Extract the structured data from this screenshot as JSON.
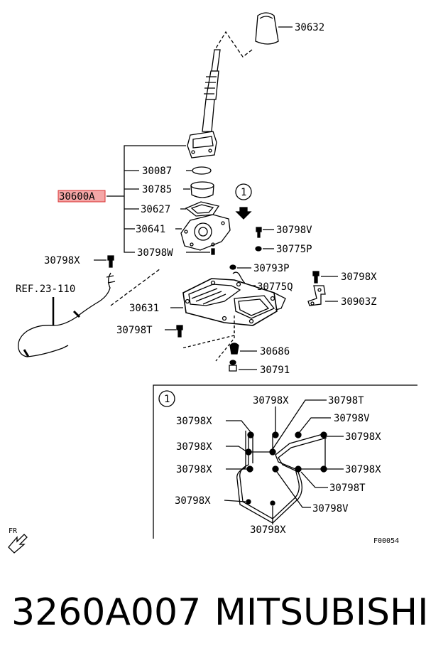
{
  "labels": {
    "p30632": "30632",
    "p30087": "30087",
    "p30785": "30785",
    "p30600A": "30600A",
    "p30627": "30627",
    "p30641": "30641",
    "p30798W": "30798W",
    "p30798V_a": "30798V",
    "p30775P": "30775P",
    "p30798X_a": "30798X",
    "ref": "REF.23-110",
    "p30793P": "30793P",
    "p30798X_b": "30798X",
    "p30775Q": "30775Q",
    "p30903Z": "30903Z",
    "p30631": "30631",
    "p30798T_a": "30798T",
    "p30686": "30686",
    "p30791": "30791",
    "callout1_top": "1",
    "callout1_inset": "1",
    "inset_30798X_1": "30798X",
    "inset_30798T_1": "30798T",
    "inset_30798V_1": "30798V",
    "inset_30798X_2": "30798X",
    "inset_30798X_3": "30798X",
    "inset_30798X_4": "30798X",
    "inset_30798X_5": "30798X",
    "inset_30798T_2": "30798T",
    "inset_30798X_6": "30798X",
    "inset_30798V_2": "30798V",
    "inset_30798X_7": "30798X",
    "fr": "FR",
    "figcode": "F00054"
  },
  "footer": {
    "part_number": "3260A007",
    "brand": "MITSUBISHI"
  },
  "colors": {
    "highlight_fill": "#f4a6a6",
    "highlight_stroke": "#d93030",
    "line": "#000000"
  }
}
